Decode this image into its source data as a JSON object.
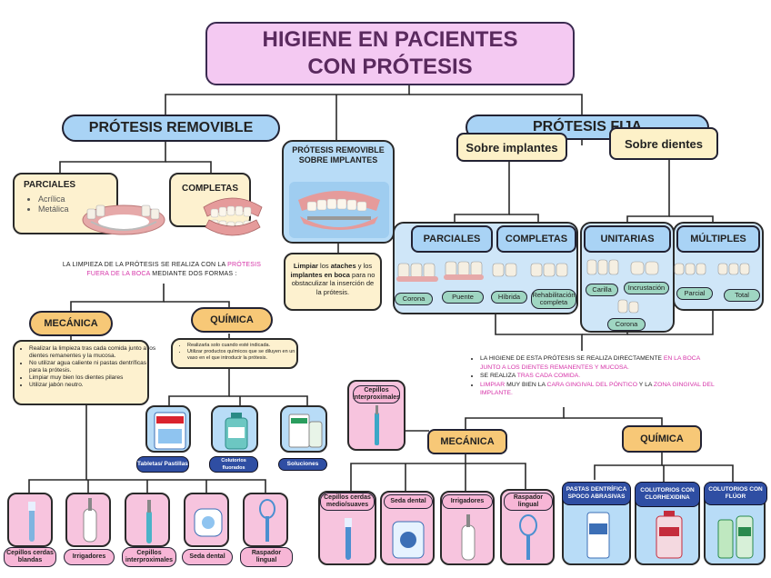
{
  "title": "HIGIENE EN PACIENTES CON PRÓTESIS",
  "removible": {
    "header": "PRÓTESIS REMOVIBLE",
    "parciales": {
      "title": "PARCIALES",
      "items": [
        "Acrílica",
        "Metálica"
      ]
    },
    "completas": "COMPLETAS",
    "note_pre": "LA LIMPIEZA DE LA PRÓTESIS SE REALIZA CON LA ",
    "note_hl": "PRÓTESIS FUERA DE LA BOCA",
    "note_post": " MEDIANTE DOS FORMAS :",
    "mecanica": {
      "label": "MECÁNICA",
      "items": [
        "Realizar la limpieza tras cada comida junto a los dientes remanentes y la mucosa.",
        "No utilizar agua caliente ni pastas dentríficas para la prótesis.",
        "Limpiar muy bien los dientes pilares",
        "Utilizar jabón neutro."
      ],
      "tools": [
        "Cepillos cerdas blandas",
        "Irrigadores",
        "Cepillos interproximales",
        "Seda dental",
        "Raspador lingual"
      ]
    },
    "quimica": {
      "label": "QUÍMICA",
      "items": [
        "Realizarla solo cuando esté indicada.",
        "Utilizar productos químicos que se diluyen en un vaso en el que introducir la prótesis."
      ],
      "products": [
        "Tabletas/ Pastillas",
        "Colutorios fluorados",
        "Soluciones"
      ]
    }
  },
  "sobre_implantes": {
    "header": "PRÓTESIS REMOVIBLE SOBRE IMPLANTES",
    "note_parts": [
      "Limpiar",
      " los ",
      "ataches",
      " y los ",
      "implantes en boca",
      " para no obstaculizar la inserción de la prótesis."
    ]
  },
  "fija": {
    "header": "PRÓTESIS FIJA",
    "sobre_implantes": "Sobre implantes",
    "sobre_dientes": "Sobre dientes",
    "parciales": "PARCIALES",
    "completas": "COMPLETAS",
    "unitarias": "UNITARIAS",
    "multiples": "MÚLTIPLES",
    "tags": {
      "corona": "Corona",
      "puente": "Puente",
      "hibrida": "Híbrida",
      "rehab": "Rehabilitación completa",
      "carilla": "Carilla",
      "incrustacion": "Incrustación",
      "corona2": "Corona",
      "parcial": "Parcial",
      "total": "Total"
    },
    "bullets": {
      "b1_pre": "LA HIGIENE DE ESTA PRÓTESIS SE REALIZA DIRECTAMENTE ",
      "b1_hl": "EN LA BOCA JUNTO A LOS DIENTES REMANENTES Y MUCOSA.",
      "b2_pre": "SE REALIZA ",
      "b2_hl": "TRAS CADA COMIDA.",
      "b3_hl1": "LIMPIAR",
      "b3_mid": " MUY BIEN LA ",
      "b3_hl2": "CARA GINGIVAL DEL PÓNTICO",
      "b3_and": " Y LA ",
      "b3_hl3": "ZONA GINGIVAL DEL IMPLANTE."
    },
    "mecanica": {
      "label": "MECÁNICA",
      "interprox": "Cepillos interproximales",
      "tools": [
        "Cepillos cerdas medio/suaves",
        "Seda dental",
        "Irrigadores",
        "Raspador lingual"
      ]
    },
    "quimica": {
      "label": "QUÍMICA",
      "products": [
        "PASTAS DENTRÍFICA SPOCO ABRASIVAS",
        "COLUTORIOS CON CLORHEXIDINA",
        "COLUTORIOS CON FLÚOR"
      ]
    }
  }
}
